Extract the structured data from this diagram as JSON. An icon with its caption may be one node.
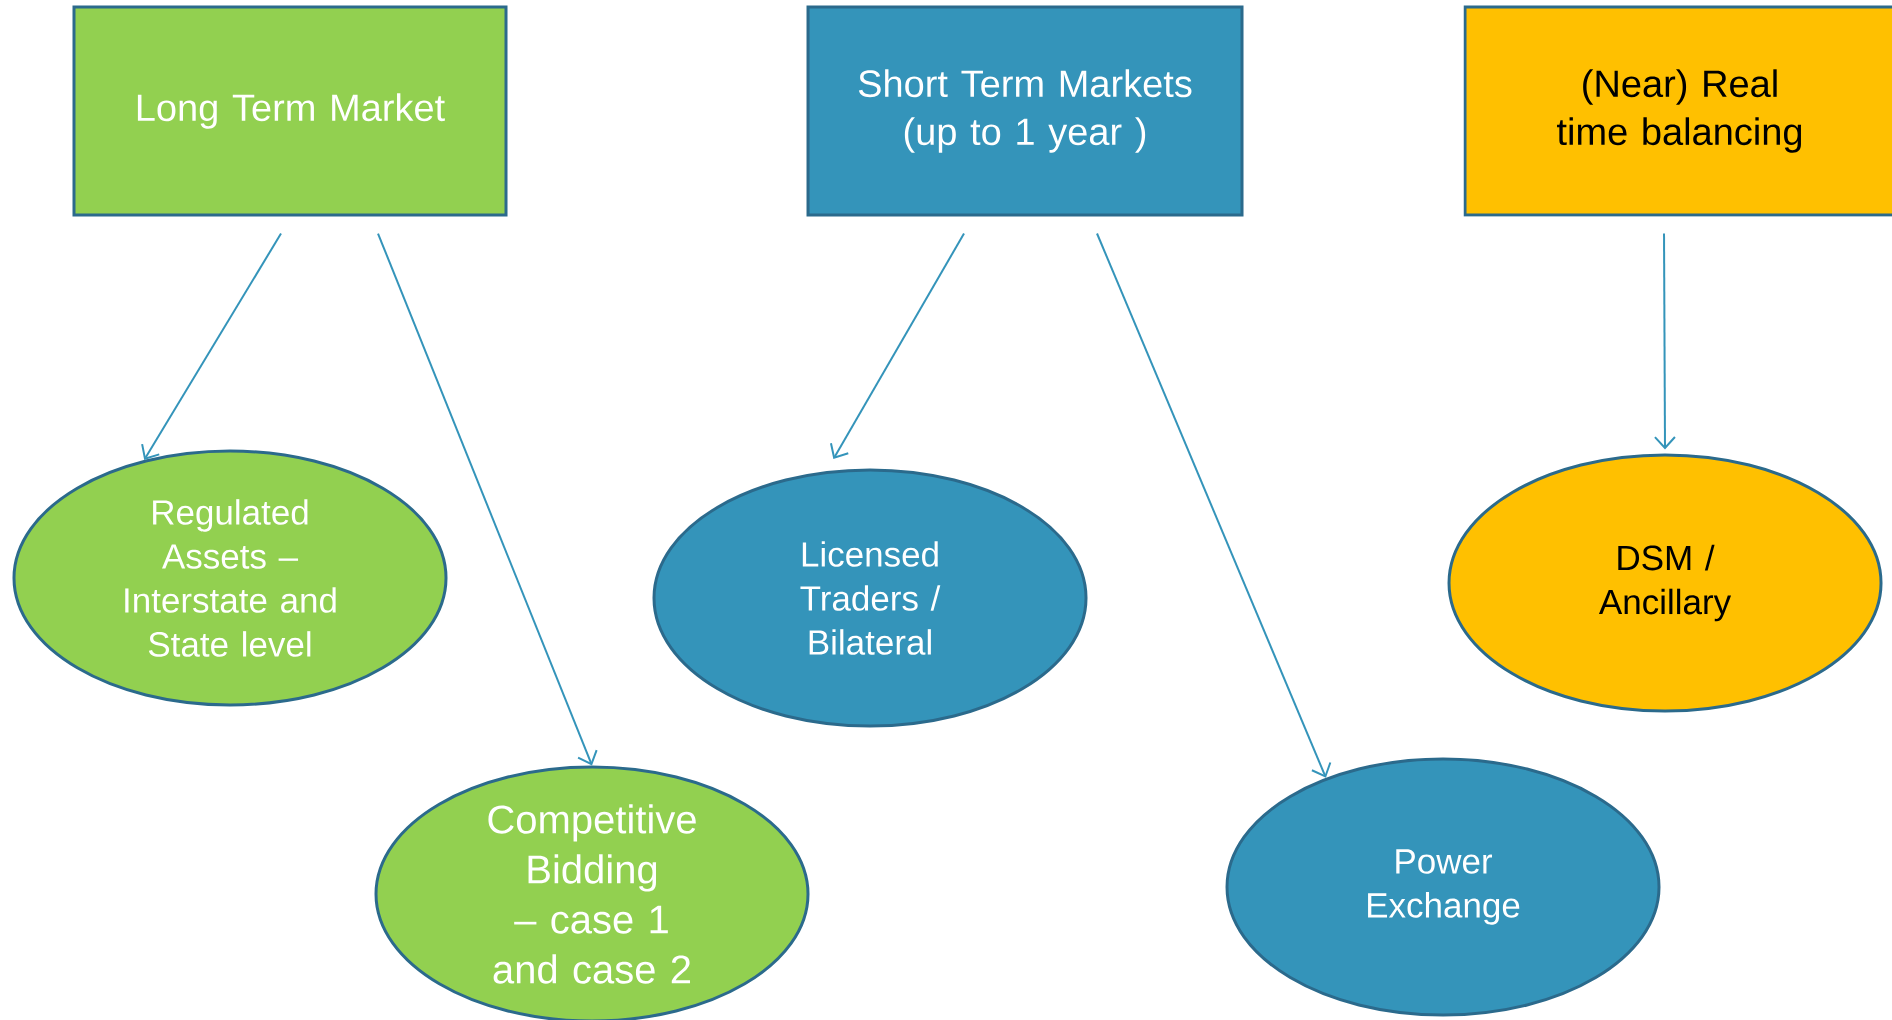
{
  "diagram": {
    "nodes": [
      {
        "text": [
          "Long Term Market"
        ]
      },
      {
        "text": [
          "Short Term Markets (up to 1 year )"
        ]
      },
      {
        "text": [
          "(Near) Real time balancing"
        ]
      },
      {
        "text": [
          "Regulated Assets – Interstate and State level"
        ]
      },
      {
        "text": [
          "Competitive Bidding – case 1 and case 2"
        ]
      },
      {
        "text": [
          "Licensed Traders / Bilateral"
        ]
      },
      {
        "text": [
          "Power Exchange"
        ]
      },
      {
        "text": [
          "DSM / Ancillary"
        ]
      }
    ],
    "edges": [
      {
        "from": 0,
        "to": 3,
        "arrow": "to"
      },
      {
        "from": 0,
        "to": 4,
        "arrow": "to"
      },
      {
        "from": 1,
        "to": 5,
        "arrow": "to"
      },
      {
        "from": 1,
        "to": 6,
        "arrow": "to"
      },
      {
        "from": 2,
        "to": 7,
        "arrow": "to"
      }
    ]
  }
}
